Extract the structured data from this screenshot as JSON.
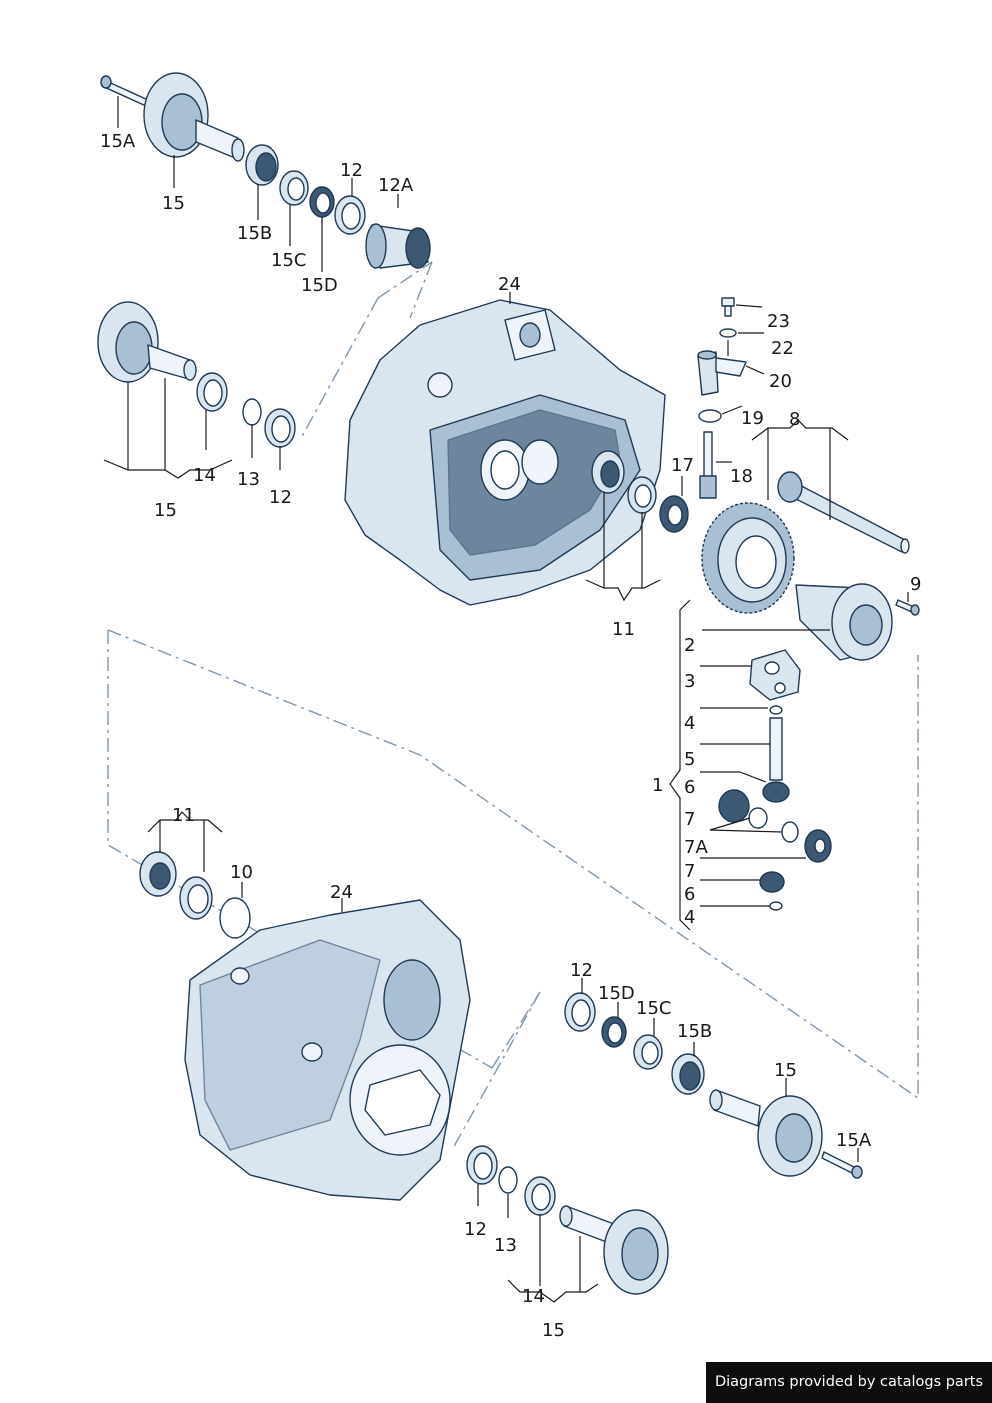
{
  "diagram": {
    "callouts": [
      {
        "id": "c-15a-top",
        "text": "15A"
      },
      {
        "id": "c-15-top",
        "text": "15"
      },
      {
        "id": "c-15b-top",
        "text": "15B"
      },
      {
        "id": "c-15c-top",
        "text": "15C"
      },
      {
        "id": "c-15d-top",
        "text": "15D"
      },
      {
        "id": "c-12-top",
        "text": "12"
      },
      {
        "id": "c-12a-top",
        "text": "12A"
      },
      {
        "id": "c-24-top",
        "text": "24"
      },
      {
        "id": "c-14-left",
        "text": "14"
      },
      {
        "id": "c-13-left",
        "text": "13"
      },
      {
        "id": "c-12-left",
        "text": "12"
      },
      {
        "id": "c-15-left",
        "text": "15"
      },
      {
        "id": "c-23",
        "text": "23"
      },
      {
        "id": "c-22",
        "text": "22"
      },
      {
        "id": "c-20",
        "text": "20"
      },
      {
        "id": "c-19",
        "text": "19"
      },
      {
        "id": "c-8",
        "text": "8"
      },
      {
        "id": "c-17",
        "text": "17"
      },
      {
        "id": "c-18",
        "text": "18"
      },
      {
        "id": "c-11-mid",
        "text": "11"
      },
      {
        "id": "c-9",
        "text": "9"
      },
      {
        "id": "c-2",
        "text": "2"
      },
      {
        "id": "c-3",
        "text": "3"
      },
      {
        "id": "c-4-a",
        "text": "4"
      },
      {
        "id": "c-5",
        "text": "5"
      },
      {
        "id": "c-1",
        "text": "1"
      },
      {
        "id": "c-6-a",
        "text": "6"
      },
      {
        "id": "c-7-a",
        "text": "7"
      },
      {
        "id": "c-7a",
        "text": "7A"
      },
      {
        "id": "c-7-b",
        "text": "7"
      },
      {
        "id": "c-6-b",
        "text": "6"
      },
      {
        "id": "c-4-b",
        "text": "4"
      },
      {
        "id": "c-11-low",
        "text": "11"
      },
      {
        "id": "c-10",
        "text": "10"
      },
      {
        "id": "c-24-low",
        "text": "24"
      },
      {
        "id": "c-12-low",
        "text": "12"
      },
      {
        "id": "c-15d-low",
        "text": "15D"
      },
      {
        "id": "c-15c-low",
        "text": "15C"
      },
      {
        "id": "c-15b-low",
        "text": "15B"
      },
      {
        "id": "c-15-low",
        "text": "15"
      },
      {
        "id": "c-15a-low",
        "text": "15A"
      },
      {
        "id": "c-12-bot",
        "text": "12"
      },
      {
        "id": "c-13-bot",
        "text": "13"
      },
      {
        "id": "c-14-bot",
        "text": "14"
      },
      {
        "id": "c-15-bot",
        "text": "15"
      }
    ]
  },
  "footer": {
    "credit": "Diagrams provided by catalogs parts"
  },
  "colors": {
    "outline": "#1f3a56",
    "casting": "#d9e5ef",
    "shadow": "#3d5873",
    "dashed_link": "#7f97ad",
    "footer_bg": "#0d0d0d"
  }
}
